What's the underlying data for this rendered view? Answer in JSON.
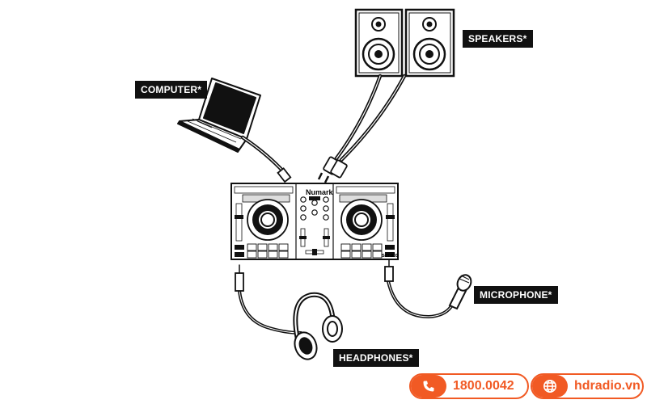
{
  "labels": {
    "computer": "COMPUTER*",
    "speakers": "SPEAKERS*",
    "microphone": "MICROPHONE*",
    "headphones": "HEADPHONES*"
  },
  "controller": {
    "brand": "Numark",
    "software": "serato"
  },
  "footer": {
    "phone": "1800.0042",
    "website": "hdradio.vn",
    "phone_icon": "phone-icon",
    "web_icon": "globe-icon",
    "accent_color": "#f15a24"
  }
}
